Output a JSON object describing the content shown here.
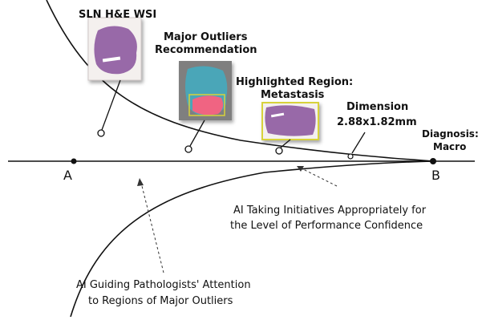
{
  "labels": {
    "sln_wsi": "SLN H&E WSI",
    "outliers_line1": "Major Outliers",
    "outliers_line2": "Recommendation",
    "highlight_line1": "Highlighted Region:",
    "highlight_line2": "Metastasis",
    "dimension_line1": "Dimension",
    "dimension_line2": "2.88x1.82mm",
    "diagnosis_line1": "Diagnosis:",
    "diagnosis_line2": "Macro",
    "point_a": "A",
    "point_b": "B",
    "ai_initiative_line1": "AI Taking Initiatives Appropriately for",
    "ai_initiative_line2": "the Level of Performance Confidence",
    "ai_guiding_line1": "AI Guiding Pathologists' Attention",
    "ai_guiding_line2": "to Regions of Major Outliers"
  },
  "colors": {
    "line": "#111111",
    "tissue": "#8e5aa0",
    "tissue_teal": "#4aa6b8",
    "highlight_pink": "#f06482",
    "highlight_box": "#d8d23a"
  }
}
